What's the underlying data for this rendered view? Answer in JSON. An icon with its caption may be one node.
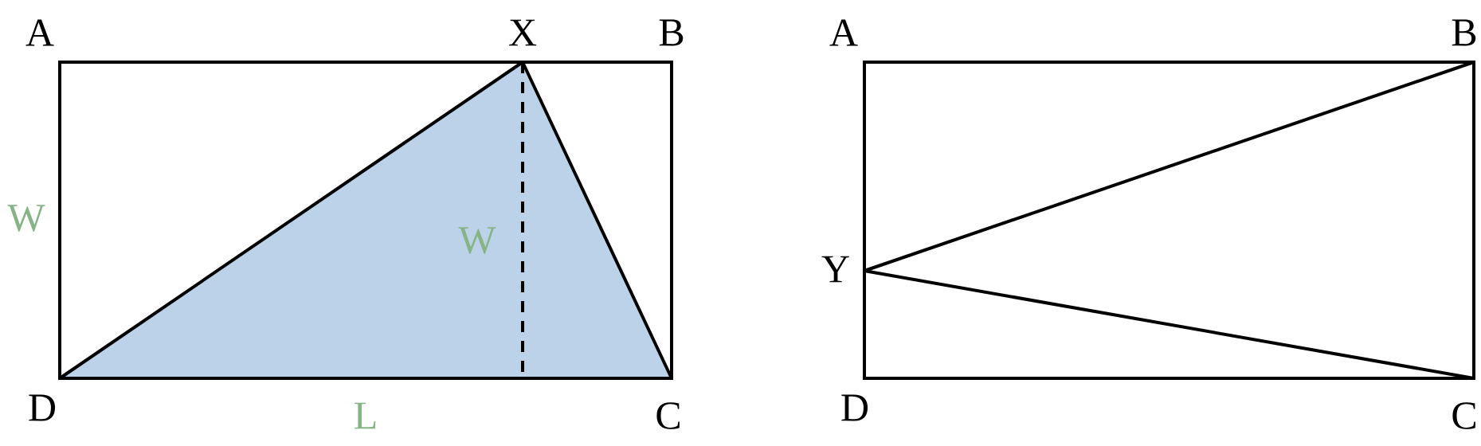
{
  "diagram": {
    "labels": [
      "A",
      "X",
      "B",
      "A",
      "B",
      "W",
      "W",
      "Y",
      "D",
      "L",
      "C",
      "D",
      "C"
    ]
  }
}
